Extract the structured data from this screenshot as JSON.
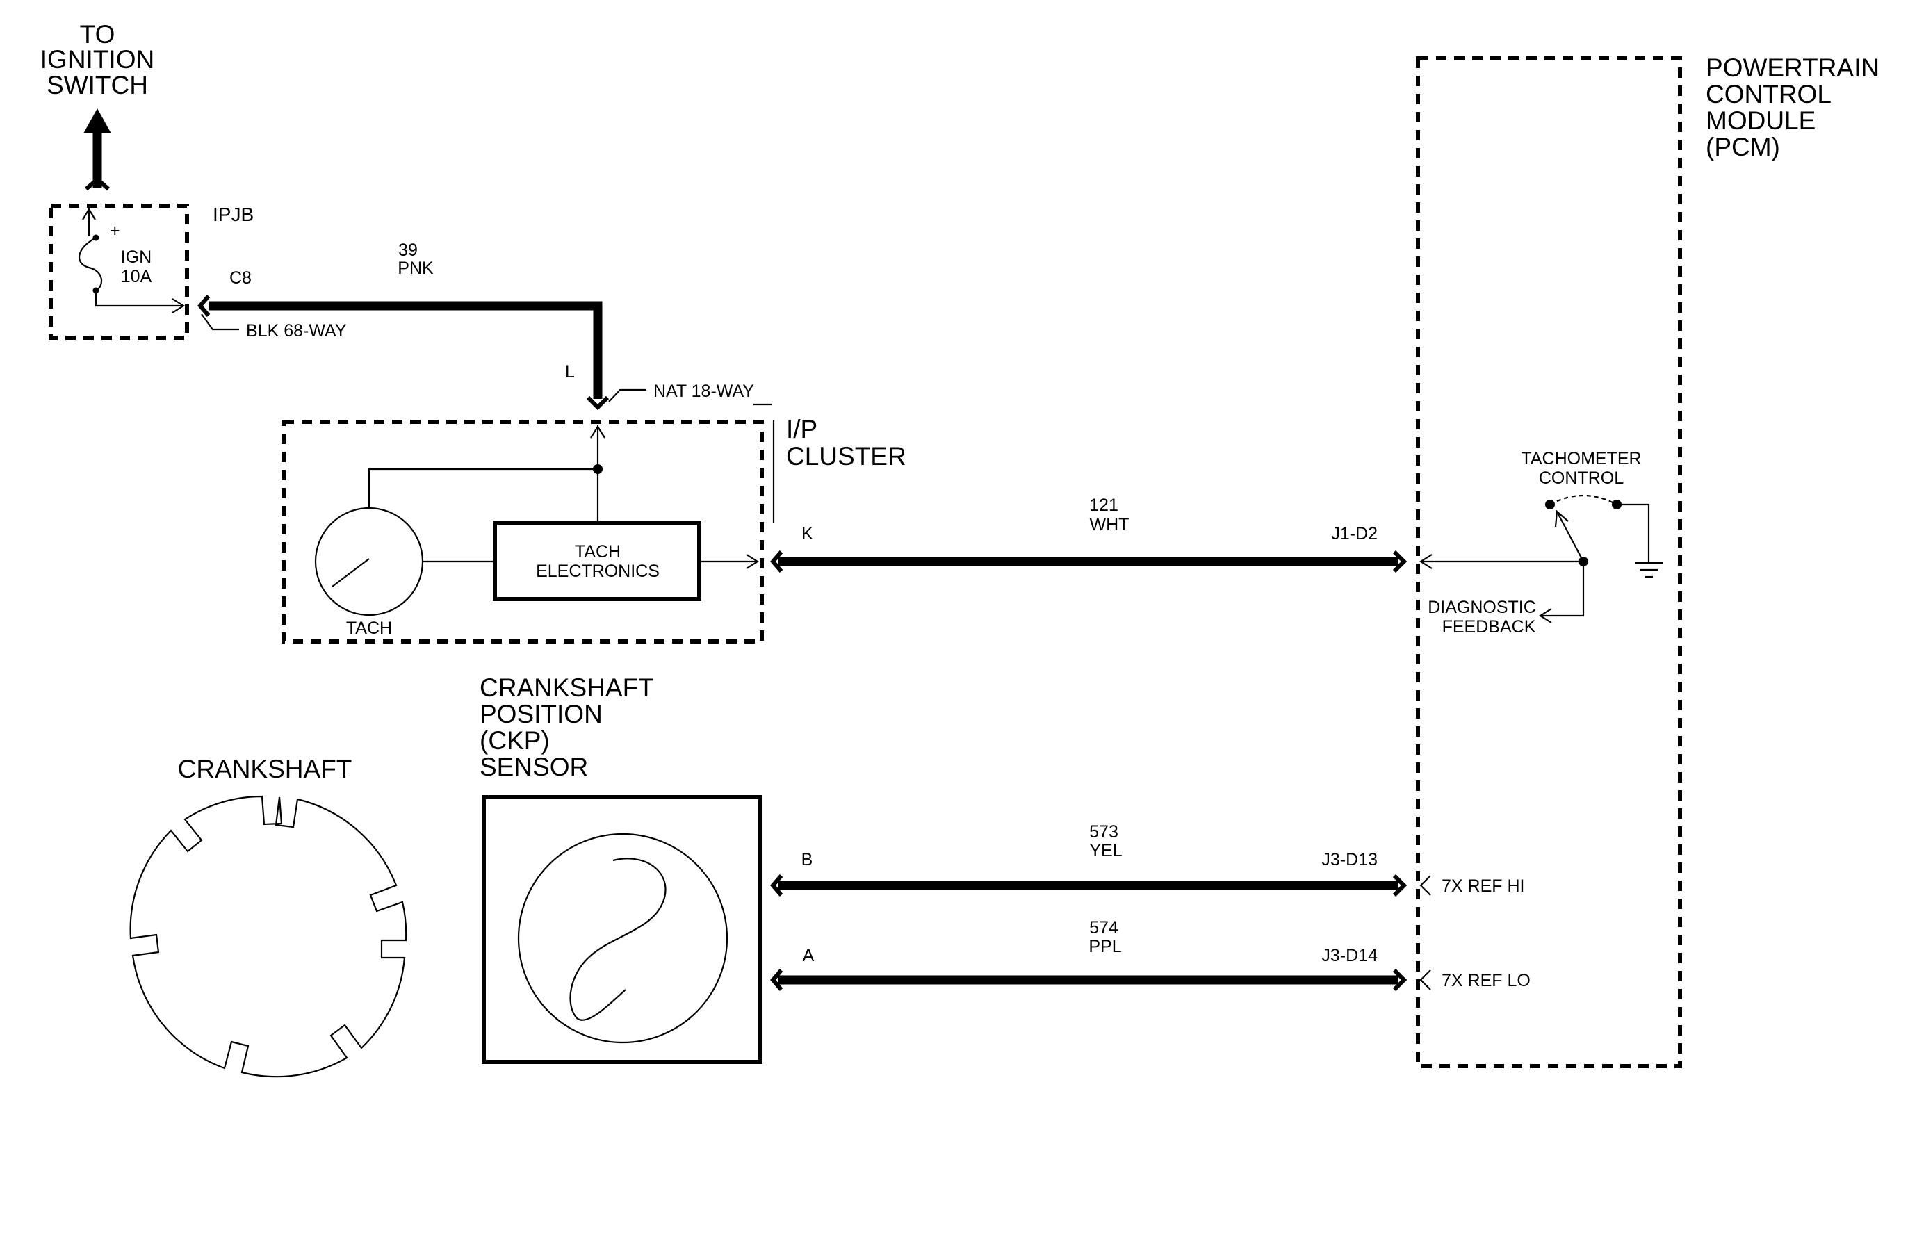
{
  "ignition": {
    "line1": "TO",
    "line2": "IGNITION",
    "line3": "SWITCH"
  },
  "ipjb": {
    "name": "IPJB",
    "fuse_line1": "IGN",
    "fuse_line2": "10A",
    "plus": "+",
    "pin": "C8",
    "connector": "BLK 68-WAY"
  },
  "wires": {
    "pnk": {
      "number": "39",
      "color": "PNK"
    },
    "wht": {
      "number": "121",
      "color": "WHT"
    },
    "yel": {
      "number": "573",
      "color": "YEL"
    },
    "ppl": {
      "number": "574",
      "color": "PPL"
    }
  },
  "cluster": {
    "pin_l": "L",
    "connector": "NAT 18-WAY",
    "title_line1": "I/P",
    "title_line2": "CLUSTER",
    "pin_k": "K",
    "tach_label": "TACH",
    "electronics_line1": "TACH",
    "electronics_line2": "ELECTRONICS"
  },
  "pcm": {
    "title_line1": "POWERTRAIN",
    "title_line2": "CONTROL",
    "title_line3": "MODULE",
    "title_line4": "(PCM)",
    "tach_ctrl_line1": "TACHOMETER",
    "tach_ctrl_line2": "CONTROL",
    "diag_line1": "DIAGNOSTIC",
    "diag_line2": "FEEDBACK",
    "pin_j1d2": "J1-D2",
    "pin_j3d13": "J3-D13",
    "pin_j3d14": "J3-D14",
    "ref_hi": "7X REF HI",
    "ref_lo": "7X REF LO"
  },
  "crankshaft": {
    "label": "CRANKSHAFT"
  },
  "ckp": {
    "line1": "CRANKSHAFT",
    "line2": "POSITION",
    "line3": "(CKP)",
    "line4": "SENSOR",
    "pin_b": "B",
    "pin_a": "A"
  }
}
